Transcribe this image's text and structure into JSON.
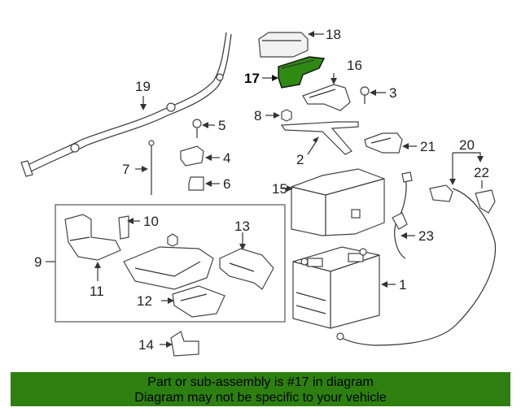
{
  "diagram": {
    "callouts": [
      "1",
      "2",
      "3",
      "4",
      "5",
      "6",
      "7",
      "8",
      "9",
      "10",
      "11",
      "12",
      "13",
      "14",
      "15",
      "16",
      "17",
      "18",
      "19",
      "20",
      "21",
      "22",
      "23"
    ],
    "highlighted_part": "17",
    "highlight_color": "#2f8a12"
  },
  "banner": {
    "line1": "Part or sub-assembly is #17 in diagram",
    "line2": "Diagram may not be specific to your vehicle",
    "background": "#2d800f"
  }
}
